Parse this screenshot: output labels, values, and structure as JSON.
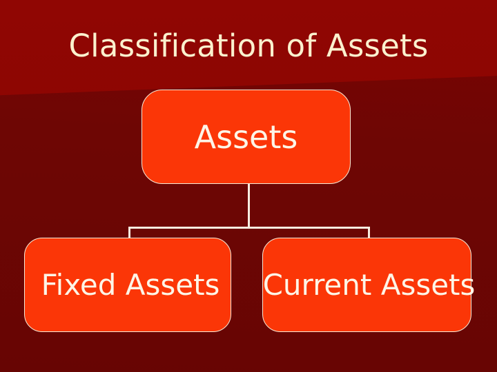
{
  "slide": {
    "title": "Classification of Assets",
    "background": {
      "upper_color": "#8c0502",
      "lower_color": "#6e0604"
    },
    "title_color": "#fbf1ce"
  },
  "diagram": {
    "type": "org-chart",
    "node_fill_color": "#fb3607",
    "node_border_color": "#f8ecd8",
    "node_text_color": "#fdf5e7",
    "connector_color": "#f6ece0",
    "root": {
      "label": "Assets"
    },
    "children": [
      {
        "label": "Fixed Assets"
      },
      {
        "label": "Current Assets"
      }
    ]
  }
}
